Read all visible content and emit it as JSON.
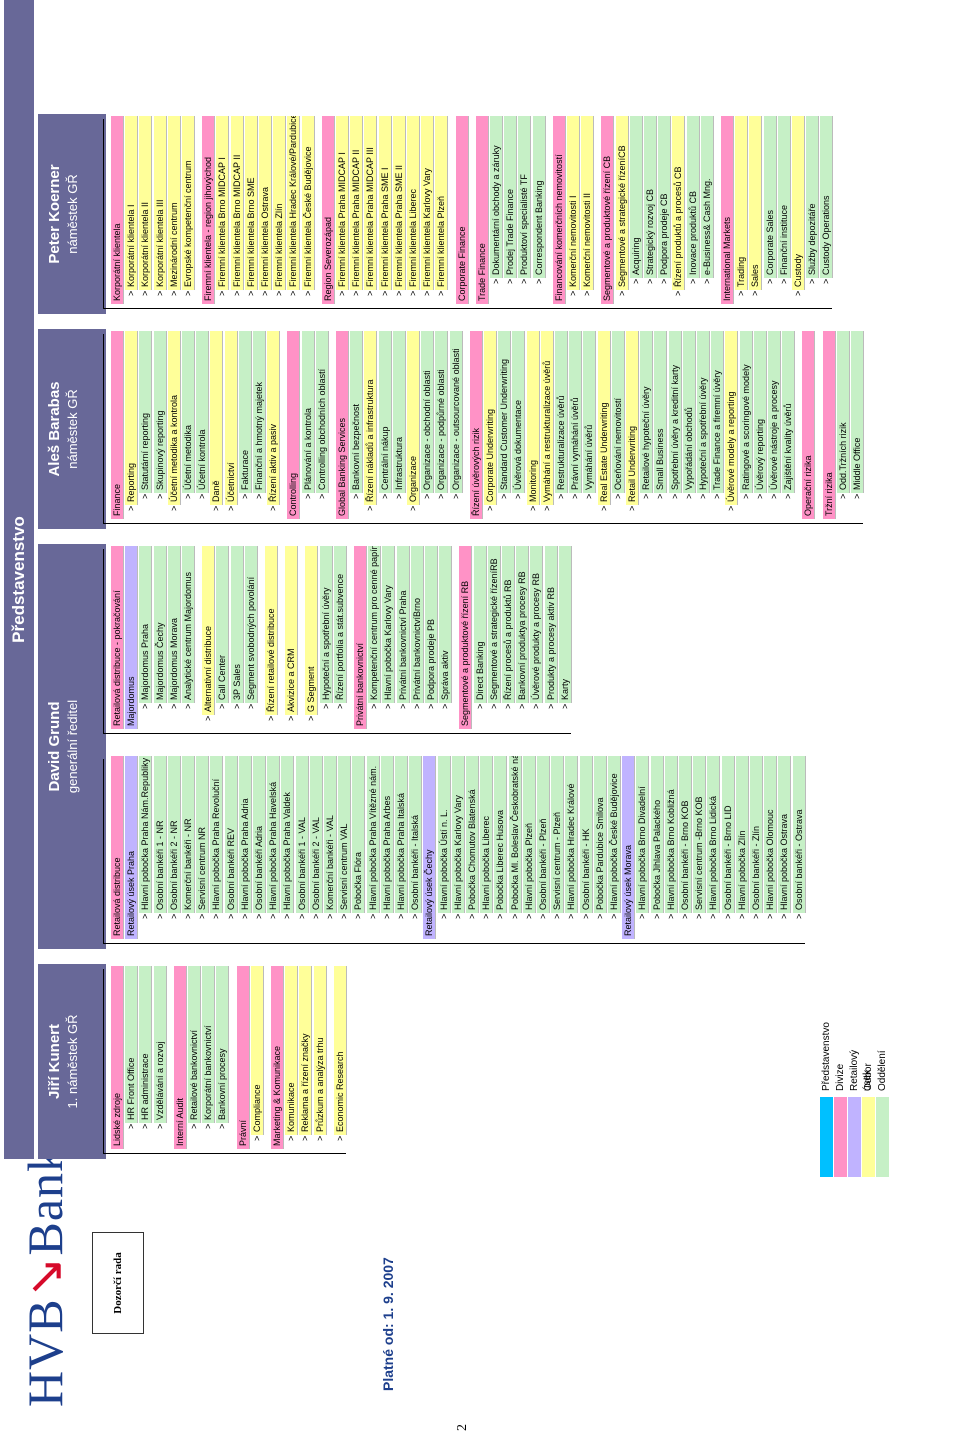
{
  "board_title": "Představenstvo",
  "supervisory_board": "Dozorčí rada",
  "valid_from": "Platné od: 1. 9. 2007",
  "page_number": "2",
  "logo": {
    "text": "HVB",
    "brand": "Bank"
  },
  "colors": {
    "header": "#686898",
    "divize": "#ff92c6",
    "usek": "#c0b3ff",
    "odbor": "#ffff99",
    "oddeleni": "#c6f0c6",
    "predstavenstvo": "#00c0ff"
  },
  "legend": [
    {
      "label": "Představenstvo",
      "level": "prestav"
    },
    {
      "label": "Divize",
      "level": "divize"
    },
    {
      "label": "Retailový úsek",
      "level": "usek"
    },
    {
      "label": "Odbor",
      "level": "odbor"
    },
    {
      "label": "Oddělení",
      "level": "oddeleni"
    }
  ],
  "people": [
    {
      "name": "Jiří Kunert",
      "role": "1. náměstek GŘ"
    },
    {
      "name": "David Grund",
      "role": "generální ředitel"
    },
    {
      "name": "Aleš Barabas",
      "role": "náměstek GŘ"
    },
    {
      "name": "Peter Koerner",
      "role": "náměstek GŘ"
    }
  ],
  "columns": [
    {
      "items": [
        [
          "Lidské zdroje",
          "divize"
        ],
        [
          "HR Front Office",
          "oddeleni"
        ],
        [
          "HR administrace",
          "oddeleni"
        ],
        [
          "Vzdělávání a rozvoj",
          "oddeleni"
        ],
        [
          "",
          "gap"
        ],
        [
          "Interní Audit",
          "divize"
        ],
        [
          "Retailové bankovnictví",
          "oddeleni"
        ],
        [
          "Korporátní bankovnictví",
          "oddeleni"
        ],
        [
          "Bankovní procesy",
          "oddeleni"
        ],
        [
          "",
          "gap"
        ],
        [
          "Právní",
          "divize"
        ],
        [
          "Compliance",
          "odbor"
        ],
        [
          "",
          "gap"
        ],
        [
          "Marketing & Komunikace",
          "divize"
        ],
        [
          "Komunikace",
          "odbor"
        ],
        [
          "Reklama a řízení značky",
          "odbor"
        ],
        [
          "Průzkum a analýza trhu",
          "odbor"
        ],
        [
          "",
          "gap"
        ],
        [
          "Economic Research",
          "odbor"
        ]
      ]
    },
    {
      "items": [
        [
          "Retailová distribuce",
          "divize"
        ],
        [
          "Retailový úsek Praha",
          "usek"
        ],
        [
          "Hlavní pobočka Praha Nám.Republiky",
          "oddeleni"
        ],
        [
          "Osobní bankéři 1 - NR",
          "oddeleni"
        ],
        [
          "Osobní bankéři 2 - NR",
          "oddeleni"
        ],
        [
          "Komerční bankéři - NR",
          "oddeleni"
        ],
        [
          "Servisní centrum NR",
          "oddeleni"
        ],
        [
          "Hlavní pobočka Praha Revoluční",
          "oddeleni"
        ],
        [
          "Osobní bankéři REV",
          "oddeleni"
        ],
        [
          "Hlavní pobočka Praha Adria",
          "oddeleni"
        ],
        [
          "Osobní bankéři Adria",
          "oddeleni"
        ],
        [
          "Hlavní pobočka Praha Havelská",
          "oddeleni"
        ],
        [
          "Hlavní pobočka Praha Valdek",
          "oddeleni"
        ],
        [
          "Osobní bankéři 1 - VAL",
          "oddeleni"
        ],
        [
          "Osobní bankéři 2 - VAL",
          "oddeleni"
        ],
        [
          "Komerční bankéři - VAL",
          "oddeleni"
        ],
        [
          "Servisní centrum VAL",
          "oddeleni"
        ],
        [
          "Pobočka Flóra",
          "oddeleni"
        ],
        [
          "Hlavní pobočka Praha Vítězné nám.",
          "oddeleni"
        ],
        [
          "Hlavní pobočka Praha Arbes",
          "oddeleni"
        ],
        [
          "Hlavní pobočka Praha Italská",
          "oddeleni"
        ],
        [
          "Osobní bankéři - Italská",
          "oddeleni"
        ],
        [
          "Retailový úsek Čechy",
          "usek"
        ],
        [
          "Hlavní pobočka Ústí n. L.",
          "oddeleni"
        ],
        [
          "Hlavní pobočka Karlovy Vary",
          "oddeleni"
        ],
        [
          "Pobočka Chomutov Blatenská",
          "oddeleni"
        ],
        [
          "Hlavní pobočka Liberec",
          "oddeleni"
        ],
        [
          "Pobočka Liberec Husova",
          "oddeleni"
        ],
        [
          "Pobočka Ml. Boleslav Českobratské nám.",
          "oddeleni"
        ],
        [
          "Hlavní pobočka Plzeň",
          "oddeleni"
        ],
        [
          "Osobní bankéři - Plzeň",
          "oddeleni"
        ],
        [
          "Servisní centrum - Plzeň",
          "oddeleni"
        ],
        [
          "Hlavní pobočka Hradec Králové",
          "oddeleni"
        ],
        [
          "Osobní bankéři - HK",
          "oddeleni"
        ],
        [
          "Pobočka Pardubice Smilova",
          "oddeleni"
        ],
        [
          "Hlavní pobočka České Budějovice",
          "oddeleni"
        ],
        [
          "Retailový úsek Morava",
          "usek"
        ],
        [
          "Hlavní pobočka Brno Divadelní",
          "oddeleni"
        ],
        [
          "Pobočka Jihlava Palackého",
          "oddeleni"
        ],
        [
          "Hlavní pobočka Brno Kobližná",
          "oddeleni"
        ],
        [
          "Osobní bankéři - Brno KOB",
          "oddeleni"
        ],
        [
          "Servisní centrum -Brno KOB",
          "oddeleni"
        ],
        [
          "Hlavní pobočka Brno Lidická",
          "oddeleni"
        ],
        [
          "Osobní bankéři - Brno LID",
          "oddeleni"
        ],
        [
          "Hlavní pobočka Zlín",
          "oddeleni"
        ],
        [
          "Osobní bankéři - Zlín",
          "oddeleni"
        ],
        [
          "Hlavní pobočka Olomouc",
          "oddeleni"
        ],
        [
          "Hlavní pobočka Ostrava",
          "oddeleni"
        ],
        [
          "Osobní bankéři - Ostrava",
          "oddeleni"
        ]
      ]
    },
    {
      "items": [
        [
          "Retailová distribuce - pokračování",
          "divize"
        ],
        [
          "Majordomus",
          "usek"
        ],
        [
          "Majordomus Praha",
          "oddeleni"
        ],
        [
          "Majordomus Čechy",
          "oddeleni"
        ],
        [
          "Majordomus Morava",
          "oddeleni"
        ],
        [
          "Analytické centrum Majordomus",
          "oddeleni"
        ],
        [
          "",
          "gap"
        ],
        [
          "Alternativní distribuce",
          "odbor"
        ],
        [
          "Call Center",
          "oddeleni"
        ],
        [
          "3P Sales",
          "oddeleni"
        ],
        [
          "Segment svobodných povolání",
          "oddeleni"
        ],
        [
          "",
          "gap"
        ],
        [
          "Řízení retailové distribuce",
          "odbor"
        ],
        [
          "",
          "gap"
        ],
        [
          "Akvizice a CRM",
          "odbor"
        ],
        [
          "",
          "gap"
        ],
        [
          "G Segment",
          "odbor"
        ],
        [
          "Hypoteční a spotřební úvěry",
          "oddeleni"
        ],
        [
          "Řízení portfolia a stát.subvence",
          "oddeleni"
        ],
        [
          "",
          "gap"
        ],
        [
          "Privátní bankovnictví",
          "divize"
        ],
        [
          "Kompetenční centrum pro cenné papíry",
          "oddeleni"
        ],
        [
          "Hlavní pobočka Karlovy Vary",
          "oddeleni"
        ],
        [
          "Privátní bankovnictví Praha",
          "oddeleni"
        ],
        [
          "Privátní bankovnictvíBrno",
          "oddeleni"
        ],
        [
          "Podpora prodeje PB",
          "oddeleni"
        ],
        [
          "Správa aktiv",
          "oddeleni"
        ],
        [
          "",
          "gap"
        ],
        [
          "Segmentové a produktové řízení RB",
          "divize"
        ],
        [
          "Direct Banking",
          "oddeleni"
        ],
        [
          "Segmentové a strategické řízeníRB",
          "oddeleni"
        ],
        [
          "Řízení procesů a produktů RB",
          "oddeleni"
        ],
        [
          "Bankovní produktya procesy RB",
          "oddeleni"
        ],
        [
          "Úvěrové produkty a procesy RB",
          "oddeleni"
        ],
        [
          "Produkty a procesy aktiv RB",
          "oddeleni"
        ],
        [
          "Karty",
          "oddeleni"
        ]
      ]
    },
    {
      "items": [
        [
          "Finance",
          "divize"
        ],
        [
          "Reporting",
          "odbor"
        ],
        [
          "Statutární reporting",
          "oddeleni"
        ],
        [
          "Skupinový reporting",
          "oddeleni"
        ],
        [
          "Účetní metodika a kontrola",
          "odbor"
        ],
        [
          "Účetní metodika",
          "oddeleni"
        ],
        [
          "Účetní kontrola",
          "oddeleni"
        ],
        [
          "Daně",
          "odbor"
        ],
        [
          "Účetnictví",
          "odbor"
        ],
        [
          "Fakturace",
          "oddeleni"
        ],
        [
          "Finanční a hmotný majetek",
          "oddeleni"
        ],
        [
          "Řízení aktiv a pasiv",
          "odbor"
        ],
        [
          "",
          "gap"
        ],
        [
          "Controlling",
          "divize"
        ],
        [
          "Plánování a kontrola",
          "oddeleni"
        ],
        [
          "Controlling obchodních oblastí",
          "oddeleni"
        ],
        [
          "",
          "gap"
        ],
        [
          "Global Banking Services",
          "divize"
        ],
        [
          "Bankovní bezpečnost",
          "oddeleni"
        ],
        [
          "Řízení nákladů a infrastruktura",
          "odbor"
        ],
        [
          "Centrální nákup",
          "oddeleni"
        ],
        [
          "Infrastruktura",
          "oddeleni"
        ],
        [
          "Organizace",
          "odbor"
        ],
        [
          "Organizace - obchodní oblasti",
          "oddeleni"
        ],
        [
          "Organizace - podpůrné oblasti",
          "oddeleni"
        ],
        [
          "Organizace - outsourcované oblasti",
          "oddeleni"
        ],
        [
          "",
          "gap"
        ],
        [
          "Řízení úvěrových rizik",
          "divize"
        ],
        [
          "Corporate Underwriting",
          "odbor"
        ],
        [
          "Standard Customer Underwriting",
          "oddeleni"
        ],
        [
          "Úvěrová dokumentace",
          "oddeleni"
        ],
        [
          "Monitoring",
          "odbor"
        ],
        [
          "Vymáhání a restrukturalizace úvěrů",
          "odbor"
        ],
        [
          "Restrukturalizace úvěrů",
          "oddeleni"
        ],
        [
          "Právní vymáhání úvěrů",
          "oddeleni"
        ],
        [
          "Vymáhání úvěrů",
          "oddeleni"
        ],
        [
          "Real Estate Underwriting",
          "odbor"
        ],
        [
          "Oceňování nemovitostí",
          "oddeleni"
        ],
        [
          "Retail Underwriting",
          "odbor"
        ],
        [
          "Retailové hypoteční úvěry",
          "oddeleni"
        ],
        [
          "Small Business",
          "oddeleni"
        ],
        [
          "Spotřební úvěry a kreditní karty",
          "oddeleni"
        ],
        [
          "Vypořádání obchodů",
          "oddeleni"
        ],
        [
          "Hypoteční a spotřební úvěry",
          "oddeleni"
        ],
        [
          "Trade Finance a firemní úvěry",
          "oddeleni"
        ],
        [
          "Úvěrové modely a reporting",
          "odbor"
        ],
        [
          "Ratingové a scoringové modely",
          "oddeleni"
        ],
        [
          "Úvěrový reporting",
          "oddeleni"
        ],
        [
          "Úvěrové nástroje a procesy",
          "oddeleni"
        ],
        [
          "Zajištění kvality úvěrů",
          "oddeleni"
        ],
        [
          "",
          "gap"
        ],
        [
          "Operační rizika",
          "divize"
        ],
        [
          "",
          "gap"
        ],
        [
          "Tržní rizika",
          "divize"
        ],
        [
          "Odd.Tržních rizik",
          "oddeleni"
        ],
        [
          "Middle Office",
          "oddeleni"
        ]
      ]
    },
    {
      "items": [
        [
          "Korporátní klientela",
          "divize"
        ],
        [
          "Korporátní klientela I",
          "odbor"
        ],
        [
          "Korporátní klientela II",
          "odbor"
        ],
        [
          "Korporátní klientela III",
          "odbor"
        ],
        [
          "Mezinárodní centrum",
          "odbor"
        ],
        [
          "Evropské kompetenční centrum",
          "odbor"
        ],
        [
          "",
          "gap"
        ],
        [
          "Firemní klientela - region jihovýchod",
          "divize"
        ],
        [
          "Firemní klientela Brno MIDCAP I",
          "odbor"
        ],
        [
          "Firemní klientela Brno MIDCAP II",
          "odbor"
        ],
        [
          "Firemní klientela Brno SME",
          "odbor"
        ],
        [
          "Firemní klientela Ostrava",
          "odbor"
        ],
        [
          "Firemní klientela Zlín",
          "odbor"
        ],
        [
          "Firemní klientela Hradec Králové/Pardubice",
          "odbor"
        ],
        [
          "Firemní klientela České Budějovice",
          "odbor"
        ],
        [
          "",
          "gap"
        ],
        [
          "Region Severozápad",
          "divize"
        ],
        [
          "Firemní klientela Praha MIDCAP I",
          "odbor"
        ],
        [
          "Firemní klientela Praha MIDCAP II",
          "odbor"
        ],
        [
          "Firemní klientela Praha MIDCAP III",
          "odbor"
        ],
        [
          "Firemní klientela Praha SME I",
          "odbor"
        ],
        [
          "Firemní klientela Praha SME II",
          "odbor"
        ],
        [
          "Firemní klientela Liberec",
          "odbor"
        ],
        [
          "Firemní klientela Karlovy Vary",
          "odbor"
        ],
        [
          "Firemní klientela Plzeň",
          "odbor"
        ],
        [
          "",
          "gap"
        ],
        [
          "Corporate Finance",
          "divize"
        ],
        [
          "",
          "gap"
        ],
        [
          "Trade Finance",
          "divize"
        ],
        [
          "Dokumentární obchody a záruky",
          "oddeleni"
        ],
        [
          "Prodej Trade Finance",
          "oddeleni"
        ],
        [
          "Produktoví specialisté TF",
          "oddeleni"
        ],
        [
          "Correspondent Banking",
          "oddeleni"
        ],
        [
          "",
          "gap"
        ],
        [
          "Financování komerčních nemovitostí",
          "divize"
        ],
        [
          "Komerční nemovitosti I",
          "odbor"
        ],
        [
          "Komerční nemovitosti II",
          "odbor"
        ],
        [
          "",
          "gap"
        ],
        [
          "Segmentové a produktové řízení CB",
          "divize"
        ],
        [
          "Segmentové a strategické řízeníCB",
          "odbor"
        ],
        [
          "Acquiring",
          "oddeleni"
        ],
        [
          "Strategický rozvoj CB",
          "oddeleni"
        ],
        [
          "Podpora prodeje CB",
          "oddeleni"
        ],
        [
          "Řízení produktů a procesů CB",
          "odbor"
        ],
        [
          "Inovace produktů CB",
          "oddeleni"
        ],
        [
          "e-Business& Cash Mng.",
          "oddeleni"
        ],
        [
          "",
          "gap"
        ],
        [
          "International Markets",
          "divize"
        ],
        [
          "Trading",
          "odbor"
        ],
        [
          "Sales",
          "odbor"
        ],
        [
          "Corporate Sales",
          "oddeleni"
        ],
        [
          "Finanční instituce",
          "oddeleni"
        ],
        [
          "Custody",
          "odbor"
        ],
        [
          "Služby depozitáře",
          "oddeleni"
        ],
        [
          "Custody Operations",
          "oddeleni"
        ]
      ]
    }
  ]
}
